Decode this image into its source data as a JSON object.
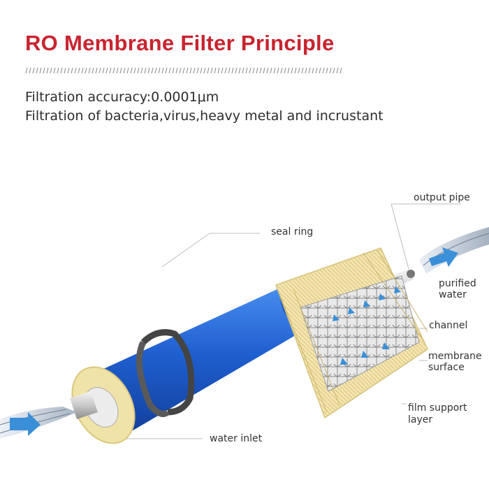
{
  "header": {
    "title": "RO Membrane Filter Principle",
    "line1": "Filtration accuracy:0.0001μm",
    "line2": "Filtration of bacteria,virus,heavy metal and incrustant"
  },
  "labels": {
    "output_pipe": "output pipe",
    "seal_ring": "seal ring",
    "purified_water_1": "purified",
    "purified_water_2": "water",
    "channel": "channel",
    "membrane_surface_1": "membrane",
    "membrane_surface_2": "surface",
    "film_support_1": "film support",
    "film_support_2": "layer",
    "water_inlet": "water inlet"
  },
  "colors": {
    "title": "#c8242f",
    "cylinder_blue": "#1f5fd0",
    "layer_yellow": "#f3e3a6",
    "flow_arrow": "#3b8fd8"
  }
}
